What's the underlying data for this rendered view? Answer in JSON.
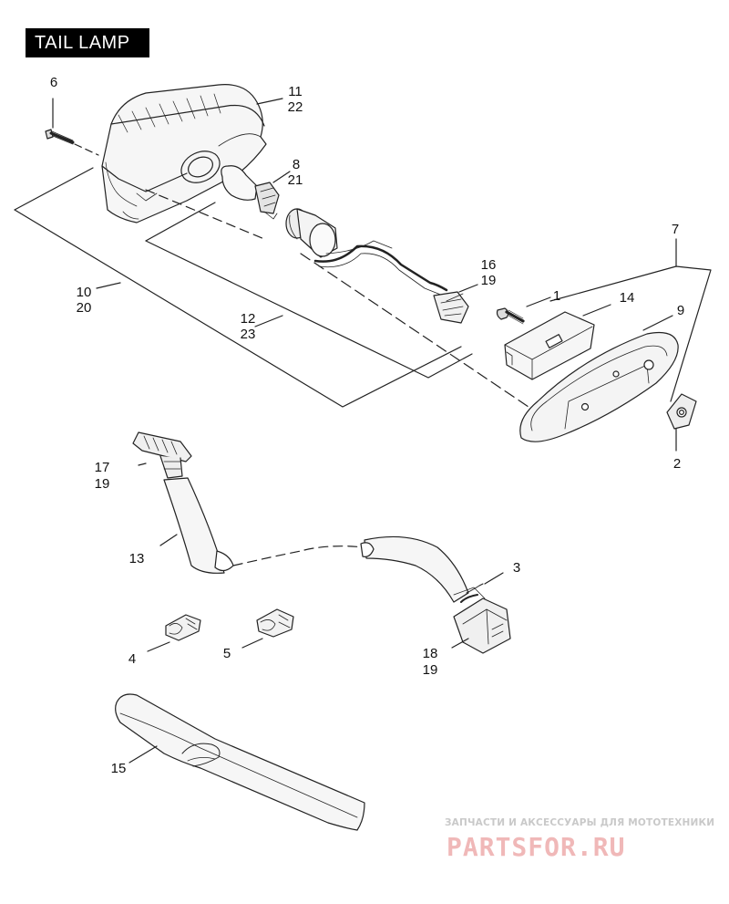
{
  "title": "TAIL LAMP",
  "callouts": {
    "c6": "6",
    "c11": "11",
    "c22": "22",
    "c8": "8",
    "c21": "21",
    "c7": "7",
    "c16": "16",
    "c19a": "19",
    "c1": "1",
    "c14": "14",
    "c9": "9",
    "c10": "10",
    "c20": "20",
    "c12": "12",
    "c23": "23",
    "c2": "2",
    "c17": "17",
    "c19b": "19",
    "c13": "13",
    "c3": "3",
    "c4": "4",
    "c5": "5",
    "c18": "18",
    "c19c": "19",
    "c15": "15"
  },
  "watermark": {
    "tagline": "ЗАПЧАСТИ И АКСЕССУАРЫ ДЛЯ МОТОТЕХНИКИ",
    "logo": "PARTSFOR.RU"
  }
}
